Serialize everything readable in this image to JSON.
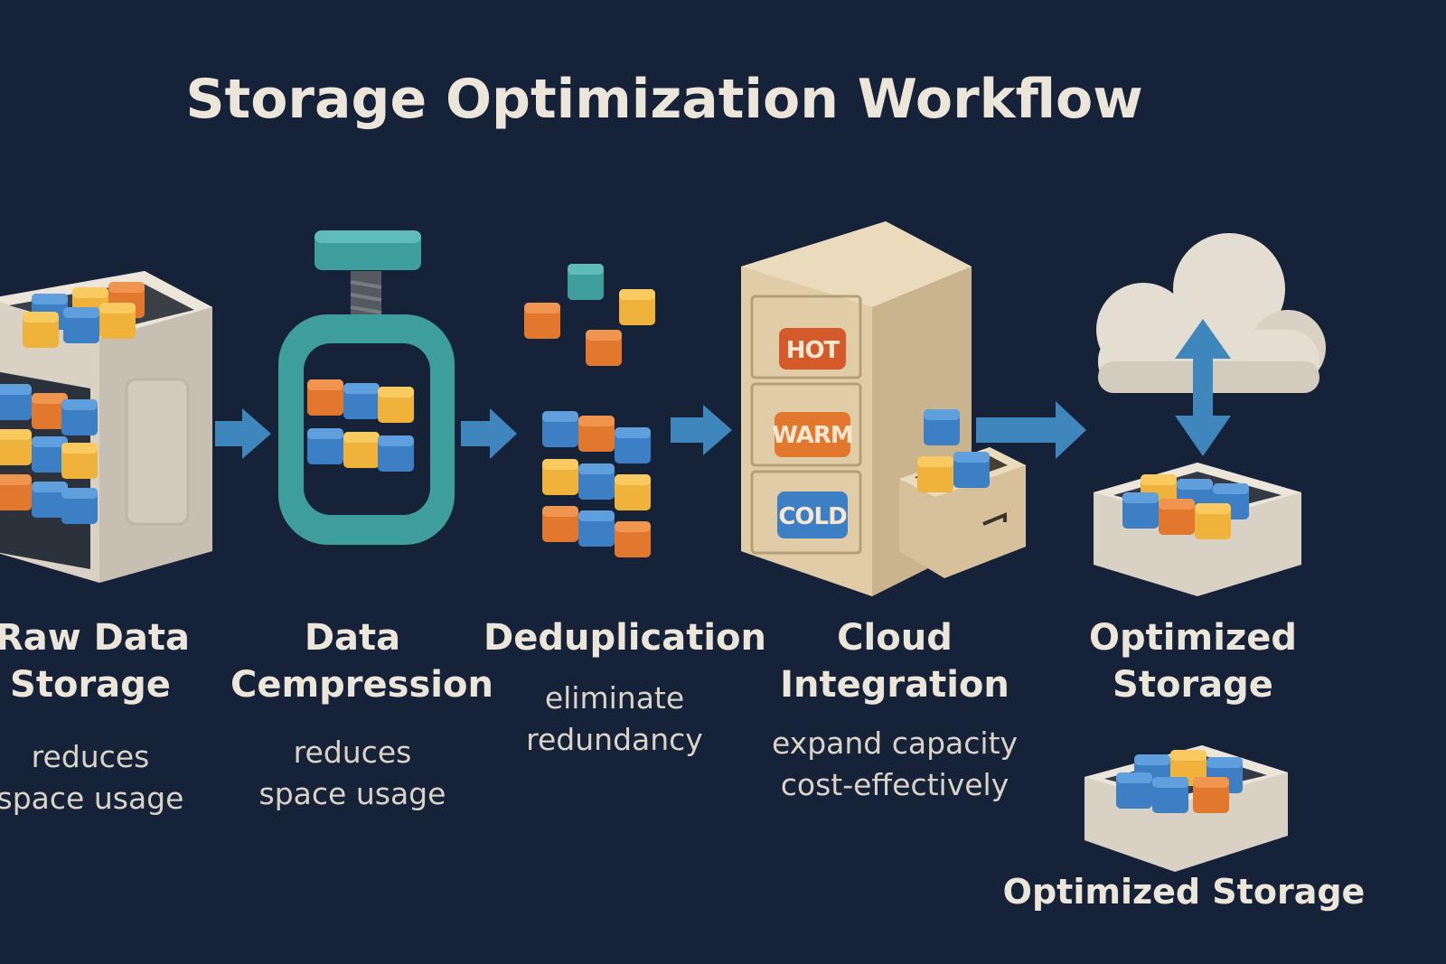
{
  "title": "Storage Optimization Workflow",
  "stages": [
    {
      "name": [
        "Raw Data",
        "Storage"
      ],
      "desc": [
        "reduces",
        "space usage"
      ]
    },
    {
      "name": [
        "Data",
        "Cempression"
      ],
      "desc": [
        "reduces",
        "space usage"
      ]
    },
    {
      "name": [
        "Deduplication"
      ],
      "desc": [
        "eliminate",
        "redundancy"
      ]
    },
    {
      "name": [
        "Cloud",
        "Integration"
      ],
      "desc": [
        "expand capacity",
        "cost-effectively"
      ]
    },
    {
      "name": [
        "Optimized",
        "Storage"
      ],
      "desc": []
    }
  ],
  "tiers": {
    "hot": "HOT",
    "warm": "WARM",
    "cold": "COLD"
  },
  "bottom_label": "Optimized Storage",
  "colors": {
    "background": "#152238",
    "blue": "#3d7fc4",
    "orange": "#e2782e",
    "yellow": "#efb23a",
    "teal": "#3e9e9c",
    "cabinet": "#e7d3ad",
    "container": "#ece6da",
    "arrow": "#3f86bd"
  },
  "icons": [
    "storage-box-icon",
    "compression-clamp-icon",
    "dedup-cubes-icon",
    "filing-cabinet-icon",
    "cloud-icon",
    "tray-icon"
  ]
}
